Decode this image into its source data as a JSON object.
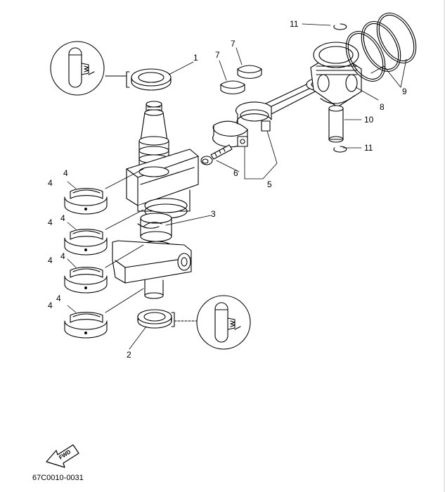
{
  "diagram": {
    "callouts": {
      "c1": "1",
      "c2": "2",
      "c3": "3",
      "c4a": "4",
      "c4b": "4",
      "c4c": "4",
      "c4d": "4",
      "c4e": "4",
      "c4f": "4",
      "c4g": "4",
      "c4h": "4",
      "c5": "5",
      "c6": "6",
      "c7a": "7",
      "c7b": "7",
      "c8": "8",
      "c9": "9",
      "c10": "10",
      "c11a": "11",
      "c11b": "11"
    },
    "fwd_label": "FWD",
    "drawing_code": "67C0010-0031"
  }
}
